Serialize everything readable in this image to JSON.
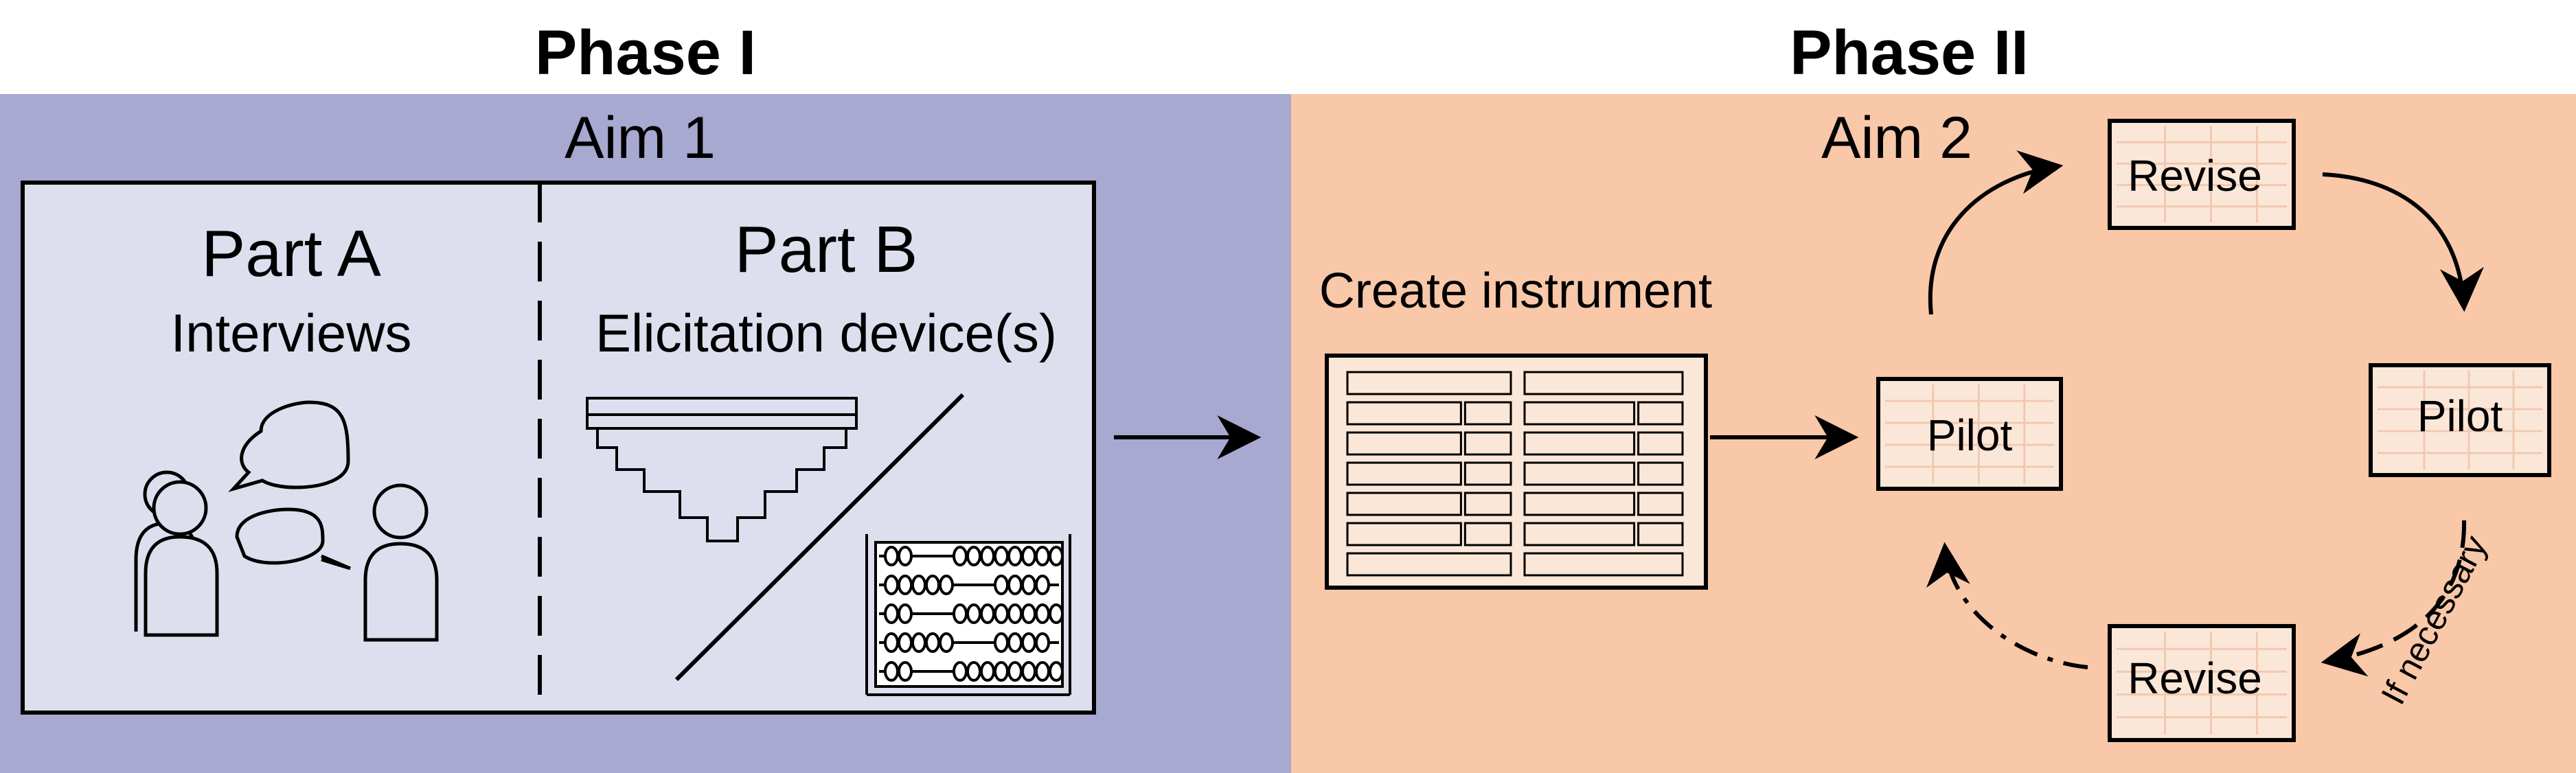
{
  "colors": {
    "phase1_bg": "#a8a9d1",
    "phase1_panel": "#dedfee",
    "phase2_bg": "#f8c8a8",
    "form_fill": "#fbe7d8",
    "ink": "#000000"
  },
  "phase1": {
    "title": "Phase I",
    "aim": "Aim 1",
    "part_a": {
      "title": "Part A",
      "subtitle": "Interviews"
    },
    "part_b": {
      "title": "Part B",
      "subtitle": "Elicitation device(s)"
    }
  },
  "phase2": {
    "title": "Phase II",
    "aim": "Aim 2",
    "create_label": "Create instrument",
    "pilot_left": "Pilot",
    "revise_top": "Revise",
    "pilot_right": "Pilot",
    "revise_bottom": "Revise",
    "note": "If necessary"
  },
  "icons": [
    "people-talking-icon",
    "speech-bubble-icon",
    "staircase-grid-icon",
    "abacus-icon",
    "form-grid-icon",
    "arrow-icon"
  ]
}
